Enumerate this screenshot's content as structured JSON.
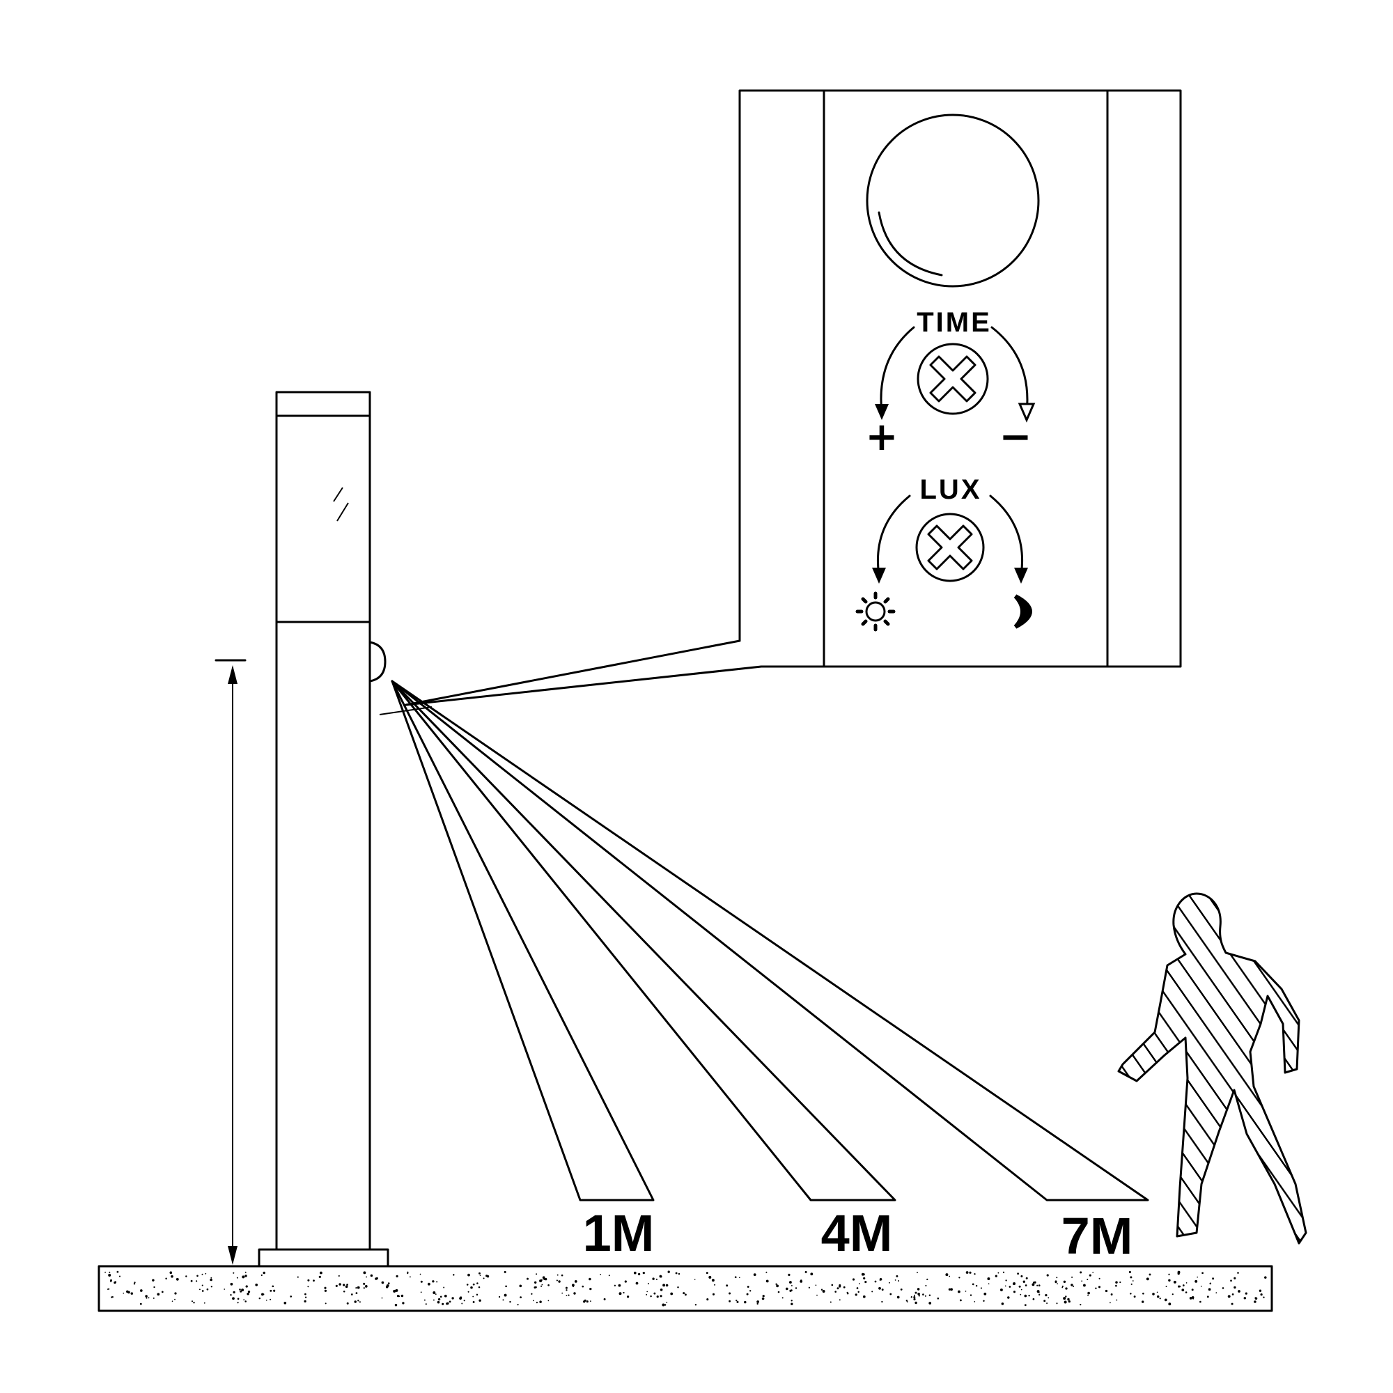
{
  "panel": {
    "time_label": "TIME",
    "lux_label": "LUX",
    "plus_sign": "+",
    "minus_sign": "−",
    "sun_icon": "sun-icon",
    "moon_icon": "moon-icon",
    "screw_icon": "phillips-screw-icon"
  },
  "distances": [
    {
      "label": "1M"
    },
    {
      "label": "4M"
    },
    {
      "label": "7M"
    }
  ]
}
